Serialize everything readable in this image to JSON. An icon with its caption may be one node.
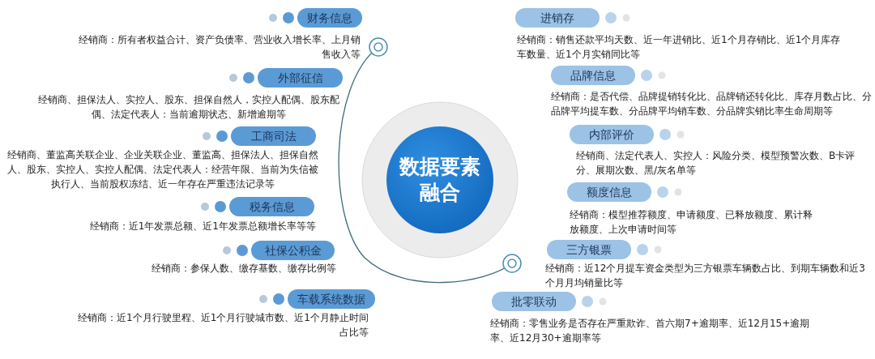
{
  "diagram": {
    "nodes": [
      {
        "text": [
          "数据要素融合"
        ]
      },
      {
        "text": [
          "财务信息"
        ],
        "beside": [
          "经销商：所有者权益合计、资产负债率、营业收入增长率、上月销售收入等"
        ]
      },
      {
        "text": [
          "外部征信"
        ],
        "beside": [
          "经销商、担保法人、实控人、股东、担保自然人，实控人配偶、股东配偶、法定代表人：当前逾期状态、新增逾期等"
        ]
      },
      {
        "text": [
          "工商司法"
        ],
        "beside": [
          "经销商、董监高关联企业、企业关联企业、董监高、担保法人、担保自然人、股东、实控人、实控人配偶、法定代表人：经营年限、当前为失信被执行人、当前股权冻结、近一年存在严重违法记录等"
        ]
      },
      {
        "text": [
          "税务信息"
        ],
        "beside": [
          "经销商：近1年发票总额、近1年发票总额增长率等等"
        ]
      },
      {
        "text": [
          "社保公积金"
        ],
        "beside": [
          "经销商：参保人数、缴存基数、缴存比例等"
        ]
      },
      {
        "text": [
          "车载系统数据"
        ],
        "beside": [
          "经销商：近1个月行驶里程、近1个月行驶城市数、近1个月静止时间占比等"
        ]
      },
      {
        "text": [
          "进销存"
        ],
        "beside": [
          "经销商：销售还款平均天数、近一年进销比、近1个月存销比、近1个月库存车数量、近1个月实销同比等"
        ]
      },
      {
        "text": [
          "品牌信息"
        ],
        "beside": [
          "经销商：是否代偿、品牌提销转化比、品牌销还转化比、库存月数占比、分品牌平均提车数、分品牌平均销车数、分品牌实销比率生命周期等"
        ]
      },
      {
        "text": [
          "内部评价"
        ],
        "beside": [
          "经销商、法定代表人、实控人：风险分类、模型预警次数、B卡评分、展期次数、黑/灰名单等"
        ]
      },
      {
        "text": [
          "额度信息"
        ],
        "beside": [
          "经销商：模型推荐额度、申请额度、已释放额度、累计释放额度、上次申请时间等"
        ]
      },
      {
        "text": [
          "三方银票"
        ],
        "beside": [
          "经销商：近12个月提车资金类型为三方银票车辆数占比、到期车辆数和近3个月月均销量比等"
        ]
      },
      {
        "text": [
          "批零联动"
        ],
        "beside": [
          "经销商：零售业务是否存在严重欺诈、首六期7+逾期率、近12月15+逾期率、近12月30+逾期率等"
        ]
      }
    ]
  }
}
